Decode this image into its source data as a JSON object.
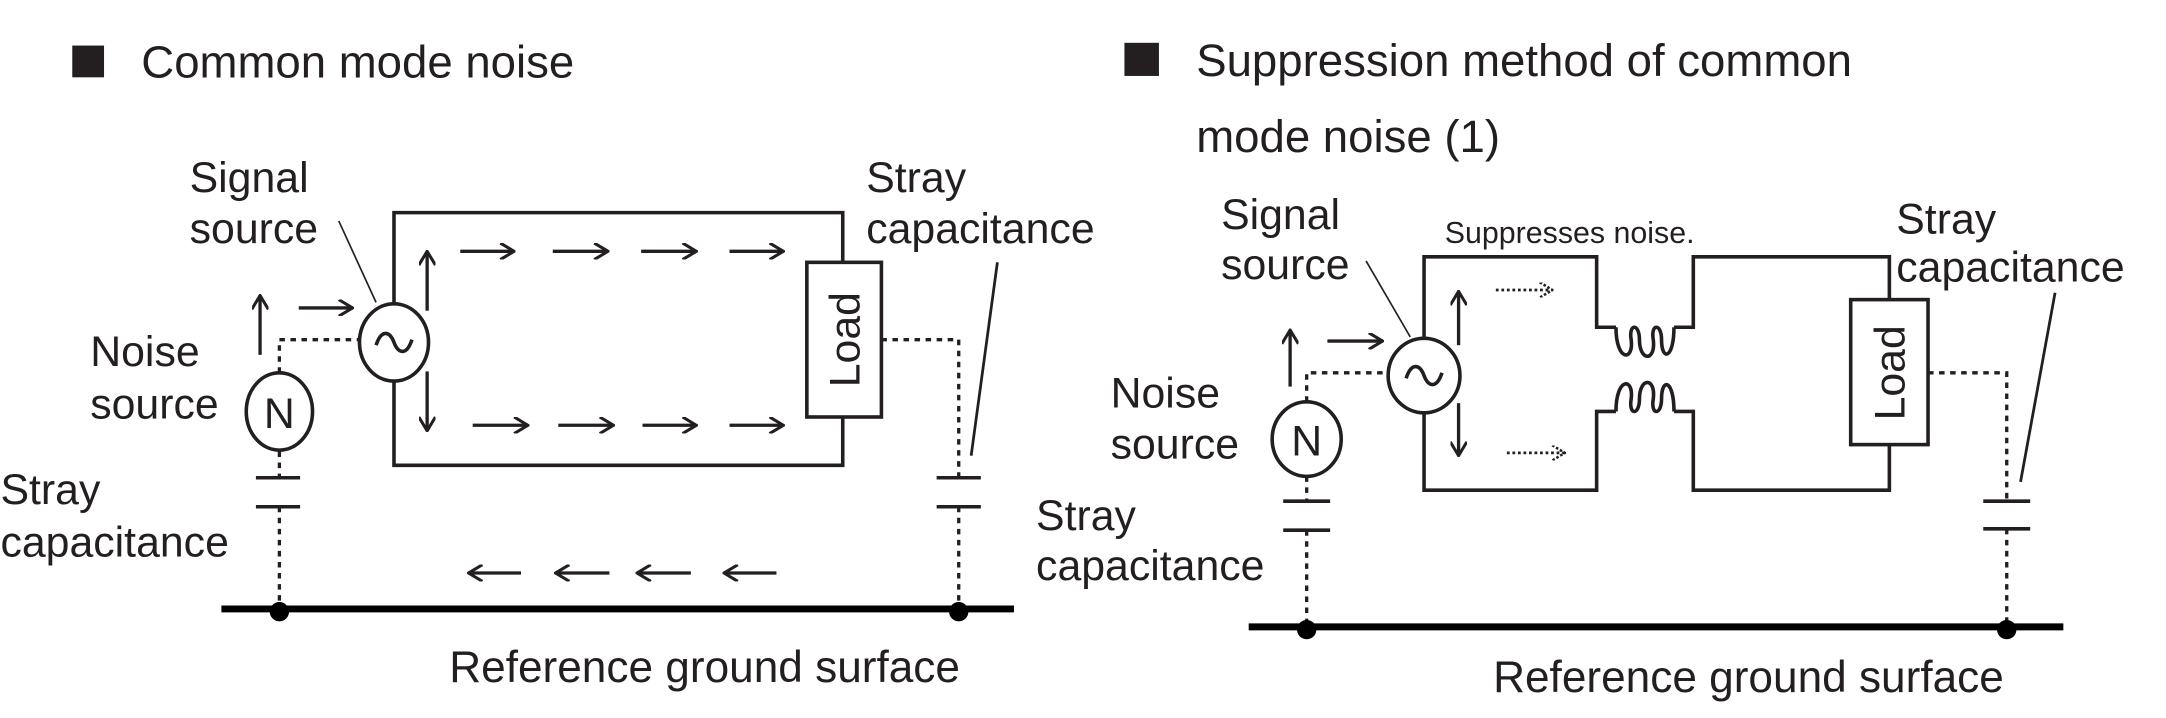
{
  "left_panel": {
    "title": "Common mode noise",
    "signal_source": [
      "Signal",
      "source"
    ],
    "noise_source": [
      "Noise",
      "source"
    ],
    "noise_symbol": "N",
    "load": "Load",
    "stray_capacitance_left": [
      "Stray",
      "capacitance"
    ],
    "stray_capacitance_right": [
      "Stray",
      "capacitance"
    ],
    "ground_label": "Reference ground surface"
  },
  "right_panel": {
    "title_lines": [
      "Suppression method of common",
      "mode noise (1)"
    ],
    "signal_source": [
      "Signal",
      "source"
    ],
    "noise_source": [
      "Noise",
      "source"
    ],
    "noise_symbol": "N",
    "annotation": "Suppresses noise.",
    "load": "Load",
    "stray_capacitance_left": [
      "Stray",
      "capacitance"
    ],
    "stray_capacitance_right": [
      "Stray",
      "capacitance"
    ],
    "ground_label": "Reference ground surface"
  },
  "icons": {
    "bullet": "filled-square",
    "signal_symbol": "tilde-in-circle",
    "inductor": "common-mode-choke-coil"
  },
  "colors": {
    "ink": "#231f20",
    "background": "#ffffff"
  }
}
